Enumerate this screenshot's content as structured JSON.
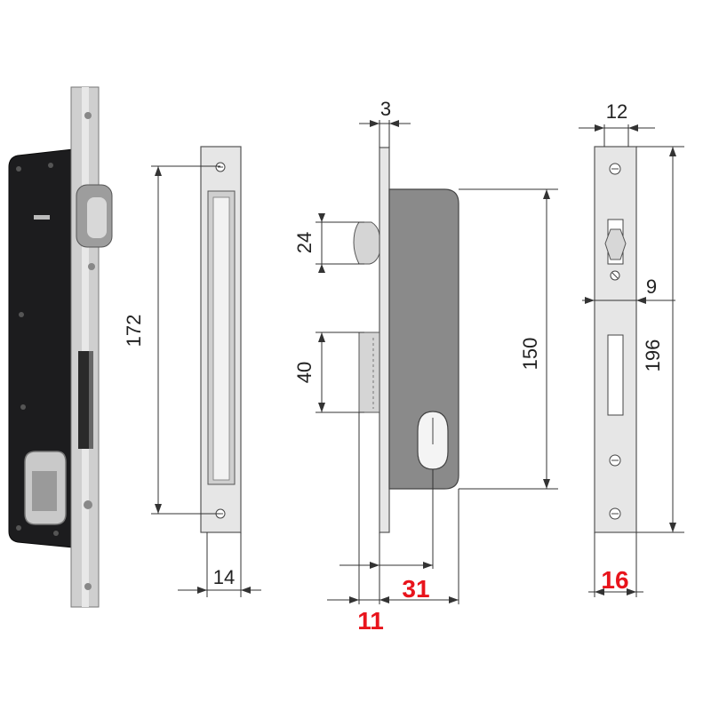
{
  "colors": {
    "accent_red": "#e8141c",
    "line": "#333333",
    "plate": "#e6e6e6",
    "body_gray": "#8a8a8a",
    "lock_body_black": "#1c1c1e"
  },
  "dimensions": {
    "faceplate_height": "172",
    "faceplate_width": "14",
    "faceplate_thickness": "3",
    "latch_height": "24",
    "bolt_height": "40",
    "body_height": "150",
    "offset_11": "11",
    "backset_31": "31",
    "strike_width": "12",
    "gap_9": "9",
    "strike_height": "196",
    "strike_total_width": "16"
  }
}
